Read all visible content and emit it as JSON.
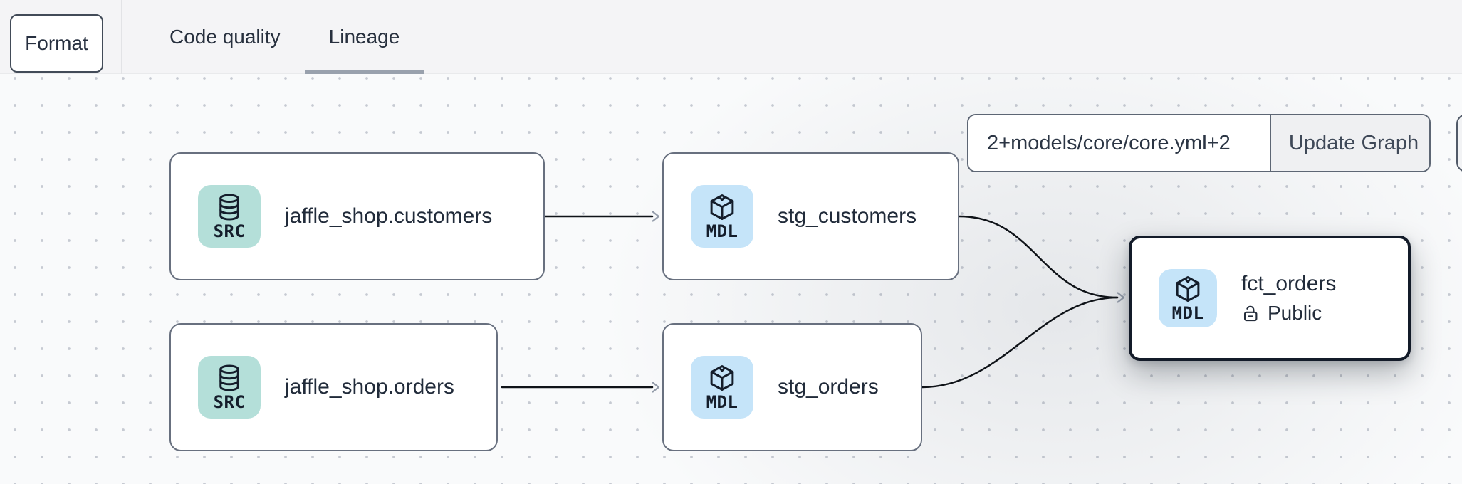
{
  "header": {
    "format_button": "Format",
    "tabs": [
      {
        "label": "Code quality",
        "active": false
      },
      {
        "label": "Lineage",
        "active": true
      }
    ]
  },
  "lineage_toolbar": {
    "selector_value": "2+models/core/core.yml+2",
    "update_button": "Update Graph"
  },
  "graph": {
    "nodes": [
      {
        "badge": "SRC",
        "title": "jaffle_shop.customers",
        "icon": "database-icon",
        "selected": false
      },
      {
        "badge": "MDL",
        "title": "stg_customers",
        "icon": "cube-icon",
        "selected": false
      },
      {
        "badge": "SRC",
        "title": "jaffle_shop.orders",
        "icon": "database-icon",
        "selected": false
      },
      {
        "badge": "MDL",
        "title": "stg_orders",
        "icon": "cube-icon",
        "selected": false
      },
      {
        "badge": "MDL",
        "title": "fct_orders",
        "icon": "cube-icon",
        "access": "Public",
        "access_icon": "lock-open-icon",
        "selected": true
      }
    ],
    "edges": [
      {
        "from": "jaffle_shop.customers",
        "to": "stg_customers"
      },
      {
        "from": "jaffle_shop.orders",
        "to": "stg_orders"
      },
      {
        "from": "stg_customers",
        "to": "fct_orders"
      },
      {
        "from": "stg_orders",
        "to": "fct_orders"
      }
    ]
  },
  "colors": {
    "source_badge": "#b4dfd9",
    "model_badge": "#c5e4f9",
    "selected_node_border": "#131b29",
    "node_border": "#68707f",
    "edge_stroke": "#0f1318",
    "edge_arrow": "#949caa",
    "tab_underline": "#99a1ad",
    "header_background": "#f4f4f6",
    "canvas_background": "#f9fafb"
  }
}
